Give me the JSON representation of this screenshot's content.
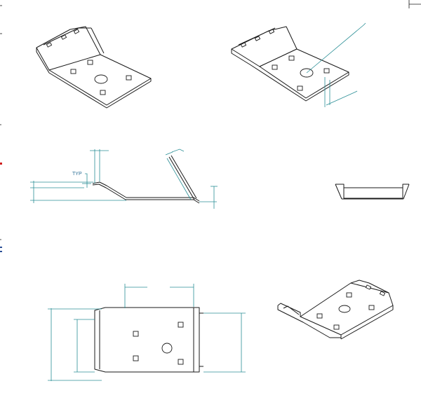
{
  "annotations": {
    "typ_label": "TYP"
  },
  "colors": {
    "part_line": "#1a1a1a",
    "dimension_line": "#2b8f96",
    "margin_text": "#2b4f96",
    "margin_red": "#d02020",
    "background": "#ffffff"
  },
  "views": [
    {
      "name": "isometric-view-top-left"
    },
    {
      "name": "isometric-view-top-right"
    },
    {
      "name": "side-elevation-view"
    },
    {
      "name": "end-view"
    },
    {
      "name": "plan-view"
    },
    {
      "name": "isometric-view-bottom-right"
    }
  ]
}
